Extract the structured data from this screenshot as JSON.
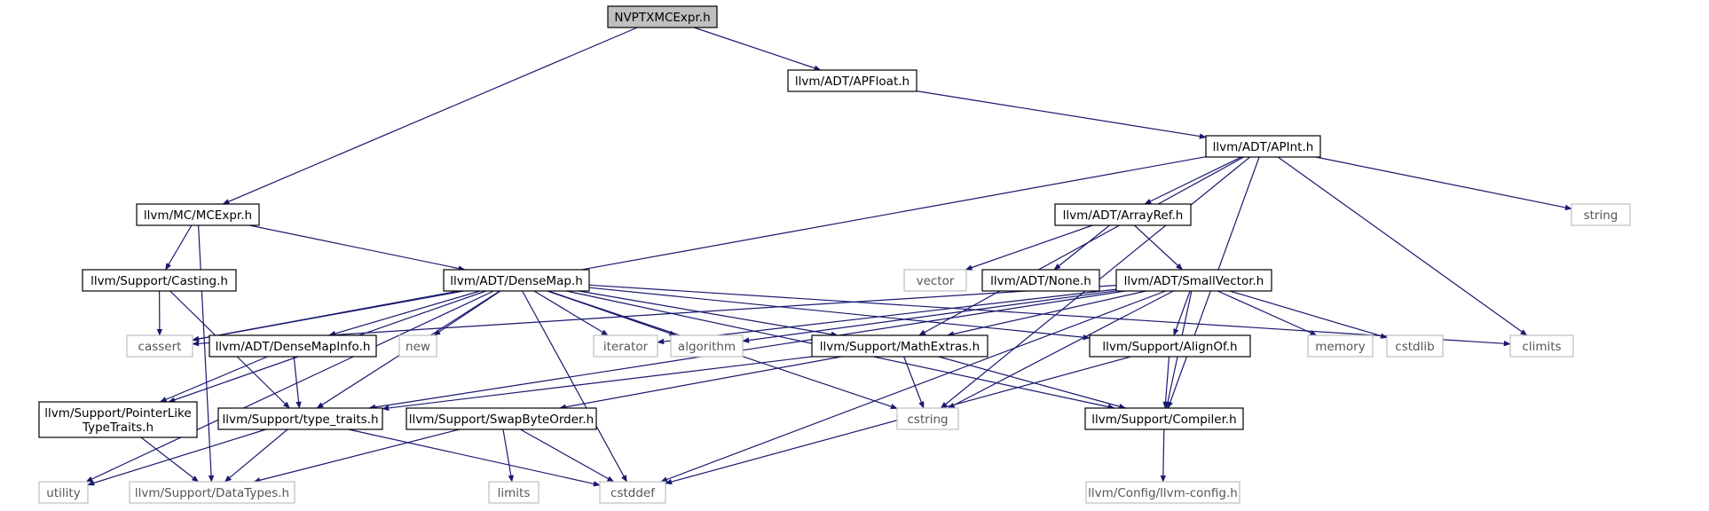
{
  "graph": {
    "colors": {
      "edge": "#191970",
      "node_border": "#000000",
      "node_text": "#000000",
      "focus_fill": "#bfbfbf",
      "system_border": "#bfbfbf",
      "system_text": "#555555"
    },
    "nodes": [
      {
        "id": "nvptx",
        "label": "NVPTXMCExpr.h",
        "kind": "focus"
      },
      {
        "id": "apfloat",
        "label": "llvm/ADT/APFloat.h",
        "kind": "header"
      },
      {
        "id": "apint",
        "label": "llvm/ADT/APInt.h",
        "kind": "header"
      },
      {
        "id": "mcexpr",
        "label": "llvm/MC/MCExpr.h",
        "kind": "header"
      },
      {
        "id": "arrayref",
        "label": "llvm/ADT/ArrayRef.h",
        "kind": "header"
      },
      {
        "id": "string",
        "label": "string",
        "kind": "system"
      },
      {
        "id": "casting",
        "label": "llvm/Support/Casting.h",
        "kind": "header"
      },
      {
        "id": "densemap",
        "label": "llvm/ADT/DenseMap.h",
        "kind": "header"
      },
      {
        "id": "vector",
        "label": "vector",
        "kind": "system"
      },
      {
        "id": "none",
        "label": "llvm/ADT/None.h",
        "kind": "header"
      },
      {
        "id": "smallvector",
        "label": "llvm/ADT/SmallVector.h",
        "kind": "header"
      },
      {
        "id": "cassert",
        "label": "cassert",
        "kind": "system"
      },
      {
        "id": "densemapinfo",
        "label": "llvm/ADT/DenseMapInfo.h",
        "kind": "header"
      },
      {
        "id": "new",
        "label": "new",
        "kind": "system"
      },
      {
        "id": "iterator",
        "label": "iterator",
        "kind": "system"
      },
      {
        "id": "algorithm",
        "label": "algorithm",
        "kind": "system"
      },
      {
        "id": "mathextras",
        "label": "llvm/Support/MathExtras.h",
        "kind": "header"
      },
      {
        "id": "alignof",
        "label": "llvm/Support/AlignOf.h",
        "kind": "header"
      },
      {
        "id": "memory",
        "label": "memory",
        "kind": "system"
      },
      {
        "id": "cstdlib",
        "label": "cstdlib",
        "kind": "system"
      },
      {
        "id": "climits",
        "label": "climits",
        "kind": "system"
      },
      {
        "id": "pointerlike",
        "label": "llvm/Support/PointerLike\nTypeTraits.h",
        "kind": "header"
      },
      {
        "id": "typetraits",
        "label": "llvm/Support/type_traits.h",
        "kind": "header"
      },
      {
        "id": "swapbyte",
        "label": "llvm/Support/SwapByteOrder.h",
        "kind": "header"
      },
      {
        "id": "cstring",
        "label": "cstring",
        "kind": "system"
      },
      {
        "id": "compiler",
        "label": "llvm/Support/Compiler.h",
        "kind": "header"
      },
      {
        "id": "utility",
        "label": "utility",
        "kind": "system"
      },
      {
        "id": "datatypes",
        "label": "llvm/Support/DataTypes.h",
        "kind": "system"
      },
      {
        "id": "limits",
        "label": "limits",
        "kind": "system"
      },
      {
        "id": "cstddef",
        "label": "cstddef",
        "kind": "system"
      },
      {
        "id": "llvmconfig",
        "label": "llvm/Config/llvm-config.h",
        "kind": "system"
      }
    ],
    "edges": [
      [
        "nvptx",
        "apfloat"
      ],
      [
        "nvptx",
        "mcexpr"
      ],
      [
        "apfloat",
        "apint"
      ],
      [
        "apint",
        "arrayref"
      ],
      [
        "apint",
        "string"
      ],
      [
        "apint",
        "cassert"
      ],
      [
        "apint",
        "mathextras"
      ],
      [
        "apint",
        "climits"
      ],
      [
        "apint",
        "cstring"
      ],
      [
        "apint",
        "compiler"
      ],
      [
        "mcexpr",
        "casting"
      ],
      [
        "mcexpr",
        "densemap"
      ],
      [
        "mcexpr",
        "datatypes"
      ],
      [
        "arrayref",
        "vector"
      ],
      [
        "arrayref",
        "none"
      ],
      [
        "arrayref",
        "smallvector"
      ],
      [
        "casting",
        "cassert"
      ],
      [
        "casting",
        "typetraits"
      ],
      [
        "densemap",
        "cassert"
      ],
      [
        "densemap",
        "densemapinfo"
      ],
      [
        "densemap",
        "new"
      ],
      [
        "densemap",
        "iterator"
      ],
      [
        "densemap",
        "algorithm"
      ],
      [
        "densemap",
        "mathextras"
      ],
      [
        "densemap",
        "alignof"
      ],
      [
        "densemap",
        "climits"
      ],
      [
        "densemap",
        "pointerlike"
      ],
      [
        "densemap",
        "typetraits"
      ],
      [
        "densemap",
        "cstring"
      ],
      [
        "densemap",
        "compiler"
      ],
      [
        "densemap",
        "utility"
      ],
      [
        "densemap",
        "cstddef"
      ],
      [
        "smallvector",
        "cassert"
      ],
      [
        "smallvector",
        "iterator"
      ],
      [
        "smallvector",
        "algorithm"
      ],
      [
        "smallvector",
        "mathextras"
      ],
      [
        "smallvector",
        "alignof"
      ],
      [
        "smallvector",
        "memory"
      ],
      [
        "smallvector",
        "cstdlib"
      ],
      [
        "smallvector",
        "typetraits"
      ],
      [
        "smallvector",
        "cstring"
      ],
      [
        "smallvector",
        "compiler"
      ],
      [
        "smallvector",
        "cstddef"
      ],
      [
        "densemapinfo",
        "pointerlike"
      ],
      [
        "densemapinfo",
        "typetraits"
      ],
      [
        "mathextras",
        "typetraits"
      ],
      [
        "mathextras",
        "swapbyte"
      ],
      [
        "mathextras",
        "cstring"
      ],
      [
        "mathextras",
        "compiler"
      ],
      [
        "alignof",
        "compiler"
      ],
      [
        "alignof",
        "cstddef"
      ],
      [
        "pointerlike",
        "datatypes"
      ],
      [
        "typetraits",
        "utility"
      ],
      [
        "typetraits",
        "datatypes"
      ],
      [
        "typetraits",
        "cstddef"
      ],
      [
        "swapbyte",
        "datatypes"
      ],
      [
        "swapbyte",
        "limits"
      ],
      [
        "swapbyte",
        "cstddef"
      ],
      [
        "compiler",
        "llvmconfig"
      ]
    ]
  }
}
